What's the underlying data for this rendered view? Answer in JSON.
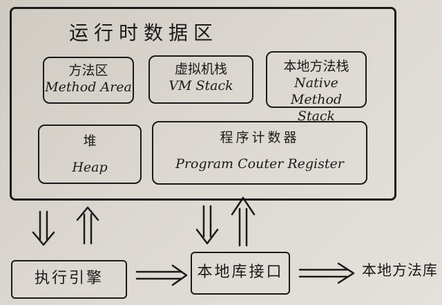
{
  "runtime_area": {
    "title": "运行时数据区"
  },
  "method_area": {
    "zh": "方法区",
    "en": "Method Area"
  },
  "vm_stack": {
    "zh": "虚拟机栈",
    "en": "VM Stack"
  },
  "native_method_stack": {
    "zh": "本地方法栈",
    "en_line1": "Native Method",
    "en_line2": "Stack"
  },
  "heap": {
    "zh": "堆",
    "en": "Heap"
  },
  "pc_register": {
    "zh": "程序计数器",
    "en": "Program Couter Register"
  },
  "execution_engine": {
    "zh": "执行引擎"
  },
  "native_interface": {
    "zh": "本地库接口"
  },
  "native_library": {
    "zh": "本地方法库"
  }
}
